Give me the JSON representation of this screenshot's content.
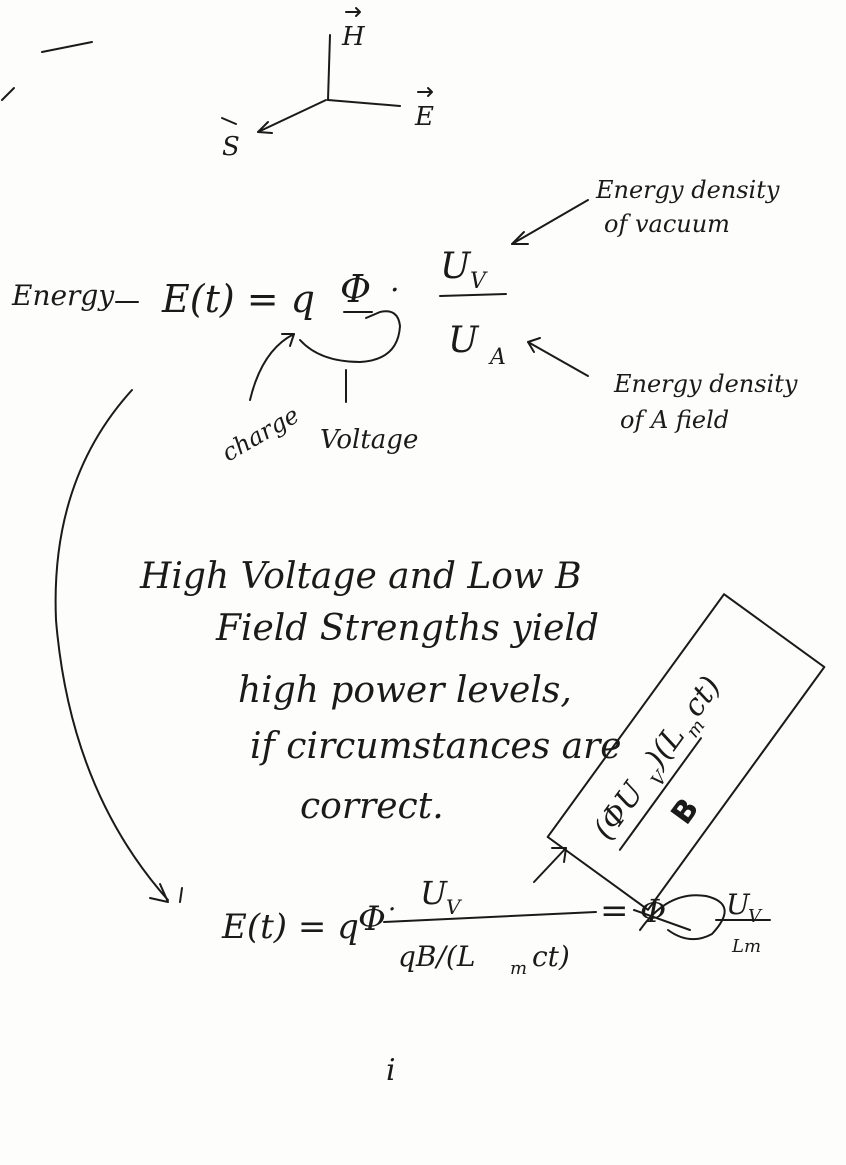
{
  "axes_sketch": {
    "h_label": "H",
    "e_label": "E",
    "s_label": "S"
  },
  "equation1": {
    "prefix_label": "Energy",
    "lhs": "E(t) = q",
    "phi": "Φ",
    "dot": "·",
    "numerator": "U",
    "numerator_sub": "V",
    "denominator": "U",
    "denominator_sub": "A",
    "note_vacuum_line1": "Energy density",
    "note_vacuum_line2": "of vacuum",
    "note_field_line1": "Energy density",
    "note_field_line2": "of A field",
    "charge_label": "charge",
    "voltage_label": "Voltage"
  },
  "statement": {
    "line1": "High Voltage and Low B",
    "line2": "Field Strengths yield",
    "line3": "high power levels,",
    "line4": "if circumstances are",
    "line5": "correct."
  },
  "boxed_term": {
    "top": "(ΦU",
    "top_sub": "V",
    "top_tail": ")(L",
    "top_sub2": "m",
    "top_end": "ct)",
    "bottom": "B"
  },
  "equation2": {
    "lhs": "E(t) = q",
    "phi": "Φ",
    "dot": "·",
    "numerator": "U",
    "numerator_sub": "V",
    "denominator": "qB/(L",
    "denominator_sub": "m",
    "denominator_tail": "ct)",
    "rhs": "=",
    "rhs_scribble": "Φ",
    "rhs_num": "U",
    "rhs_num_sub": "V",
    "rhs_den": "Lm"
  },
  "page_mark": "i"
}
